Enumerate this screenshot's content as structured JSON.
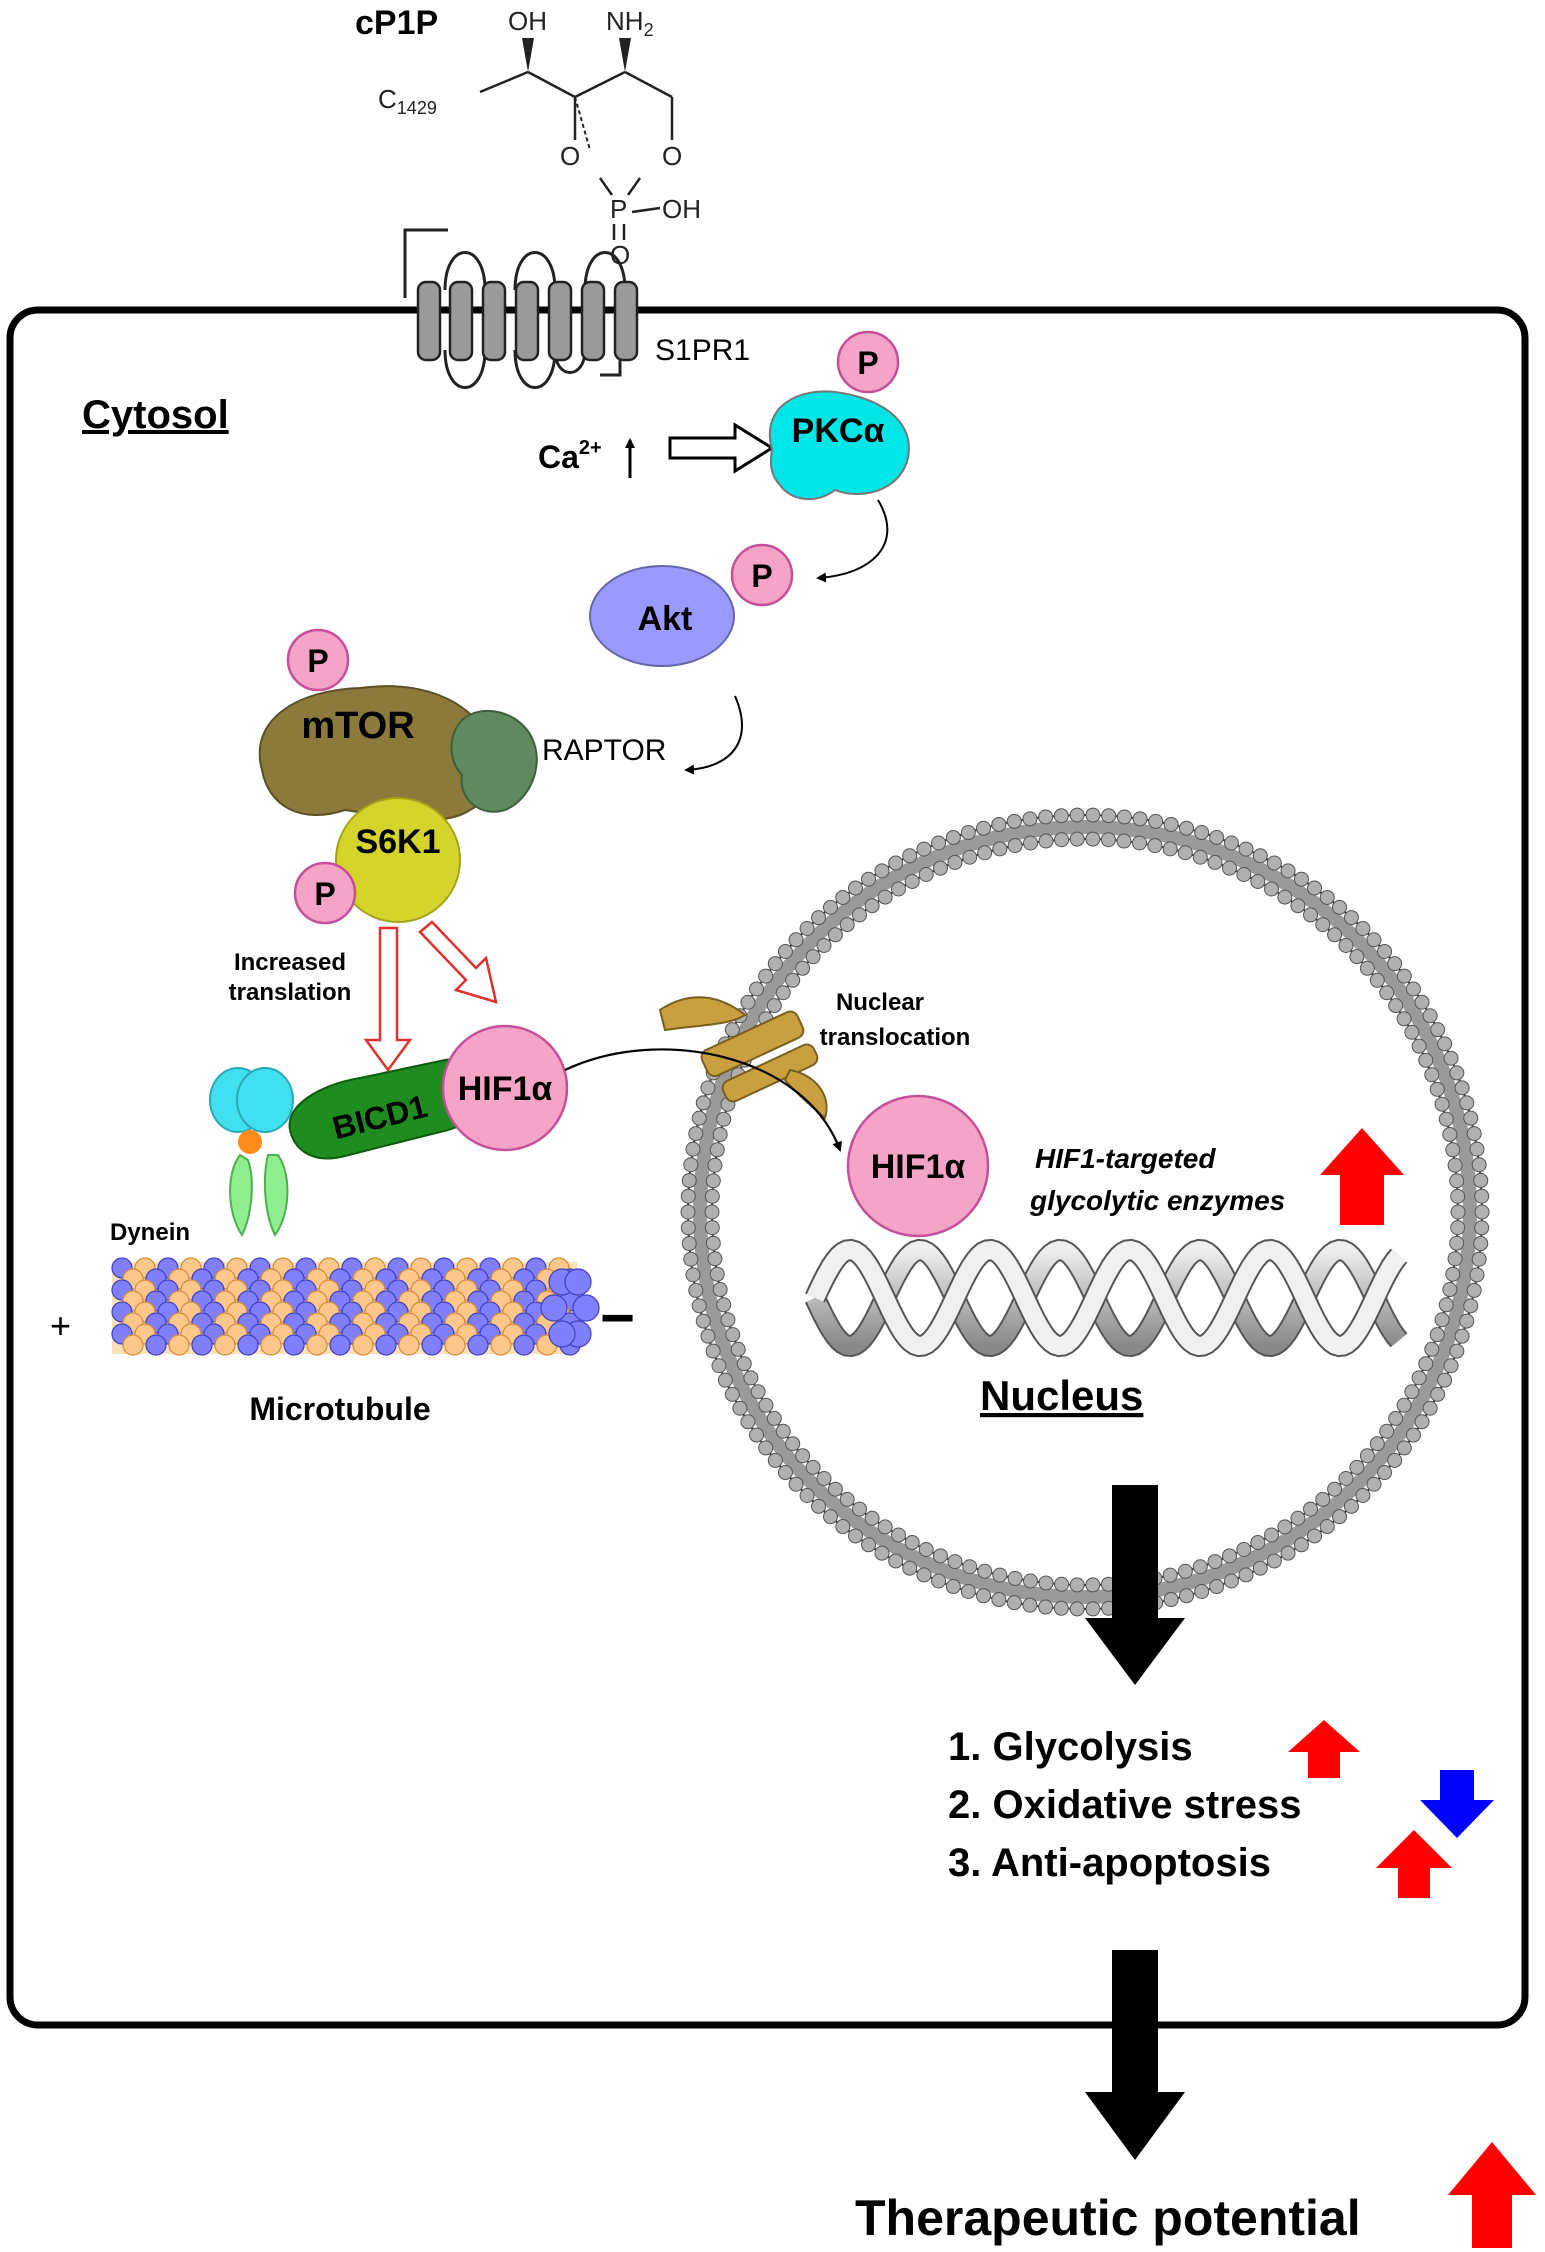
{
  "molecule": {
    "name": "cP1P",
    "oh_top": "OH",
    "nh2": "NH",
    "nh2_sub": "2",
    "chain": "C",
    "chain_sub1": "14",
    "chain_sub2": "29",
    "o_left": "O",
    "o_right": "O",
    "p": "P",
    "oh_p": "OH",
    "o_double": "O"
  },
  "receptor": {
    "label": "S1PR1"
  },
  "compartments": {
    "cytosol": "Cytosol",
    "nucleus": "Nucleus"
  },
  "calcium": {
    "label": "Ca",
    "sup": "2+"
  },
  "proteins": {
    "pkc": "PKCα",
    "akt": "Akt",
    "mtor": "mTOR",
    "raptor": "RAPTOR",
    "s6k1": "S6K1",
    "hif_cyto": "HIF1α",
    "hif_nuc": "HIF1α",
    "bicd1": "BICD1",
    "dynein": "Dynein",
    "microtubule": "Microtubule",
    "plus": "+",
    "minus": "−"
  },
  "phospho_label": "P",
  "annotations": {
    "increased_translation": [
      "Increased",
      "translation"
    ],
    "nuclear_translocation": [
      "Nuclear",
      "translocation"
    ],
    "hif_targets": [
      "HIF1-targeted",
      "glycolytic enzymes"
    ]
  },
  "outcomes": [
    {
      "text": "1. Glycolysis",
      "direction": "up"
    },
    {
      "text": "2. Oxidative stress",
      "direction": "down"
    },
    {
      "text": "3. Anti-apoptosis",
      "direction": "up"
    }
  ],
  "final": {
    "text": "Therapeutic potential",
    "direction": "up"
  },
  "colors": {
    "pkc": "#00e5e5",
    "akt": "#9999ff",
    "mtor": "#8b7a3a",
    "raptor": "#5f8a5f",
    "s6k1": "#d4d42a",
    "hif": "#f5a3c7",
    "phospho": "#f5a3c7",
    "bicd1": "#1e8c1e",
    "up_arrow": "#ff0000",
    "down_arrow": "#0000ff"
  }
}
